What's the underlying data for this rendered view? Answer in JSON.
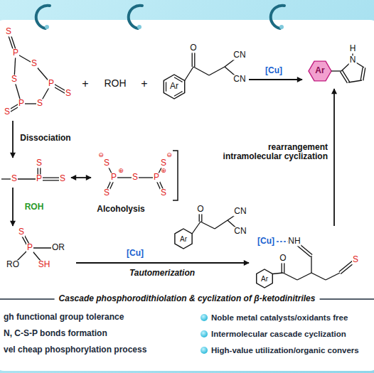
{
  "diagram": {
    "title": "Cascade phosphorodithiolation & cyclization of β-ketodinitriles",
    "nodes": [
      {
        "text": [
          "S",
          "P",
          "S",
          "P",
          "S",
          "S",
          "P",
          "S",
          "S"
        ]
      },
      {
        "text": [
          "O",
          "Ar",
          "CN",
          "CN"
        ]
      },
      {
        "text": [
          "Ar",
          "H",
          "N"
        ]
      },
      {
        "text": [
          "S",
          "P",
          "S",
          "S"
        ]
      },
      {
        "text": [
          "⊖",
          "S",
          "P",
          "⊕",
          "S",
          "P",
          "⊕",
          "S",
          "⊖",
          "S",
          "S"
        ]
      },
      {
        "text": [
          "S",
          "P",
          "OR",
          "RO",
          "SH"
        ]
      },
      {
        "text": [
          "O",
          "Ar",
          "CN",
          "CN"
        ]
      },
      {
        "text": [
          "[Cu]",
          "NH",
          "O",
          "Ar",
          "S"
        ]
      }
    ],
    "edges": [
      {
        "from": 0,
        "to": 3,
        "arrow": "to",
        "label": "Dissociation"
      },
      {
        "from": 1,
        "to": 2,
        "arrow": "to",
        "label": "[Cu]"
      },
      {
        "from": 3,
        "to": 4,
        "arrow": "both"
      },
      {
        "from": 3,
        "to": 5,
        "arrow": "to",
        "label": "ROH"
      },
      {
        "from": 5,
        "to": 7,
        "arrow": "to",
        "label": "[Cu]"
      },
      {
        "from": 7,
        "to": 2,
        "arrow": "to",
        "label": "rearrangement intramolecular cyclization"
      }
    ],
    "labels": [
      "+",
      "ROH",
      "+",
      "Alcoholysis",
      "Tautomerization",
      "gh functional group tolerance",
      "N, C-S-P bonds formation",
      "vel cheap phosphorylation process",
      "Noble metal catalysts/oxidants free",
      "Intermolecular cascade cyclization",
      "High-value utilization/organic convers"
    ]
  }
}
